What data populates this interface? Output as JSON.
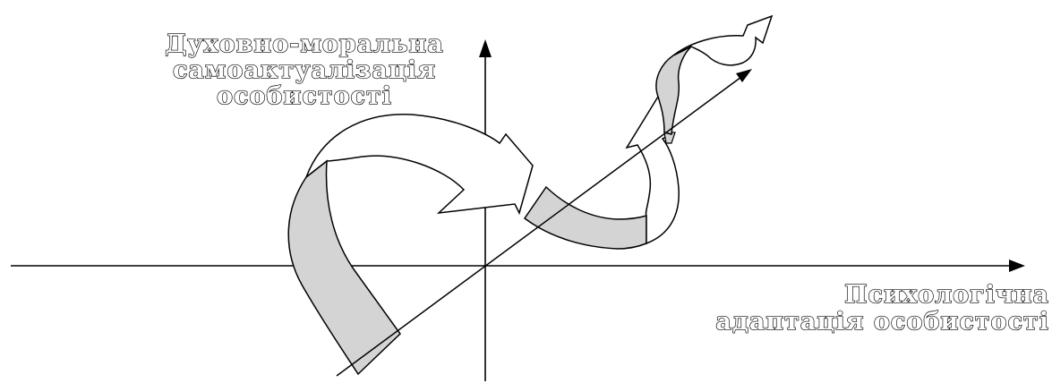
{
  "labels": {
    "vertical_axis": {
      "line1": "Духовно-моральна",
      "line2": "самоактуалізація",
      "line3": "особистості"
    },
    "horizontal_axis": {
      "line1": "Психологічна",
      "line2": "адаптація особистості"
    }
  },
  "colors": {
    "stroke": "#000000",
    "band_fill": "#d4d4d4",
    "arrow_fill": "#ffffff",
    "background": "#ffffff"
  }
}
